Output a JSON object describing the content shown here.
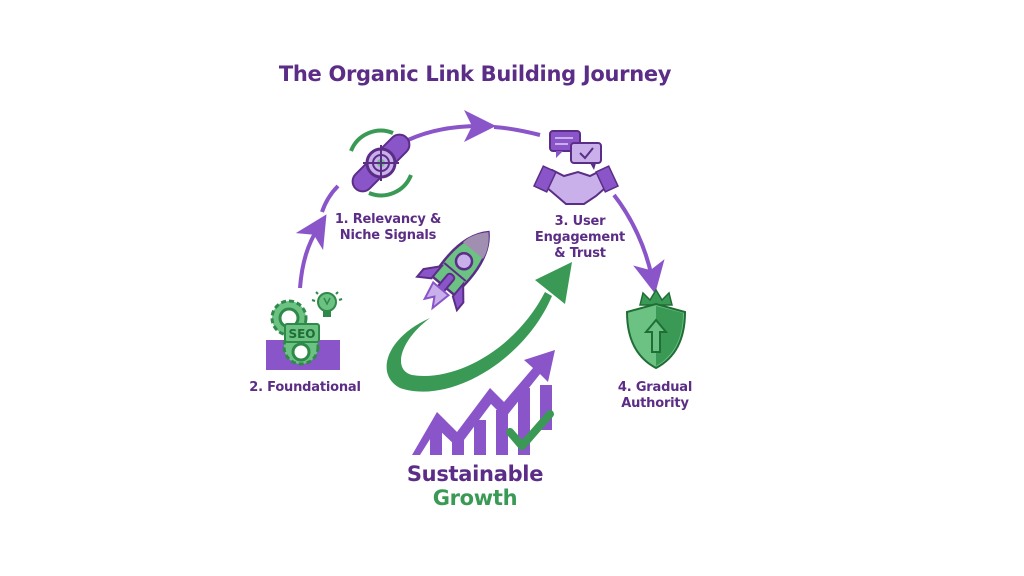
{
  "title": "The Organic Link Building Journey",
  "steps": [
    {
      "number": "1",
      "label_line1": "1. Relevancy &",
      "label_line2": "Niche Signals",
      "icon": "chain-link-target-icon"
    },
    {
      "number": "2",
      "label_line1": "2. Foundational",
      "icon": "seo-gears-lightbulb-icon",
      "badge_text": "SEO"
    },
    {
      "number": "3",
      "label_line1": "3. User",
      "label_line2": "Engagement",
      "label_line3": "& Trust",
      "icon": "handshake-chat-icon"
    },
    {
      "number": "4",
      "label_line1": "4. Gradual",
      "label_line2": "Authority",
      "icon": "crown-shield-arrow-icon"
    }
  ],
  "center": {
    "line1": "Sustainable",
    "line2": "Growth",
    "icons": [
      "rocket-icon",
      "growth-swoosh-arrow-icon",
      "bar-chart-arrow-icon",
      "checkmark-icon"
    ]
  },
  "colors": {
    "purple_dark": "#5b2d86",
    "purple": "#8a55c9",
    "purple_light": "#c9b0ea",
    "green": "#3a9a55",
    "green_light": "#6cc283"
  }
}
